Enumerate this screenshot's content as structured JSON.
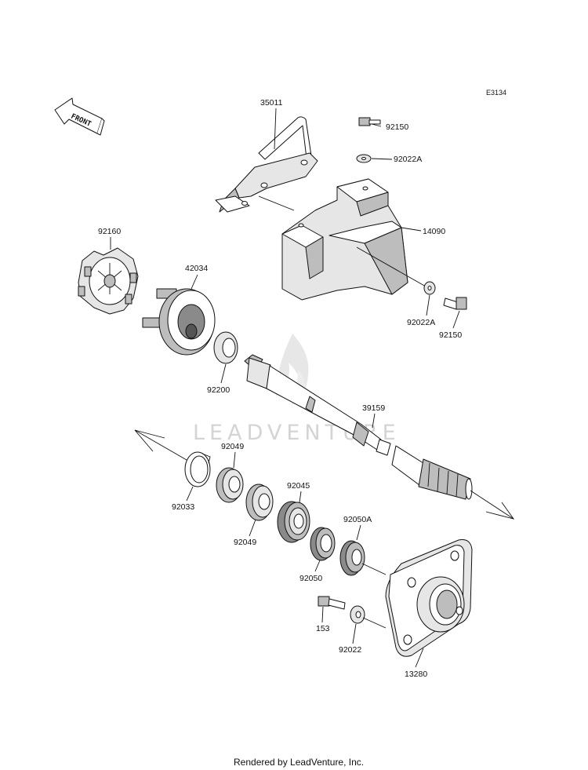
{
  "diagram_code": "E3134",
  "front_label": "FRONT",
  "watermark": "LEADVENTURE",
  "footer": "Rendered by LeadVenture, Inc.",
  "parts": {
    "p35011": "35011",
    "p92150_top": "92150",
    "p92022A_top": "92022A",
    "p14090": "14090",
    "p92160": "92160",
    "p42034": "42034",
    "p92022A_bottom": "92022A",
    "p92150_bottom": "92150",
    "p92200": "92200",
    "p39159": "39159",
    "p92049_upper": "92049",
    "p92033": "92033",
    "p92045": "92045",
    "p92049_lower": "92049",
    "p92050A": "92050A",
    "p92050": "92050",
    "p153": "153",
    "p92022": "92022",
    "p13280": "13280"
  }
}
